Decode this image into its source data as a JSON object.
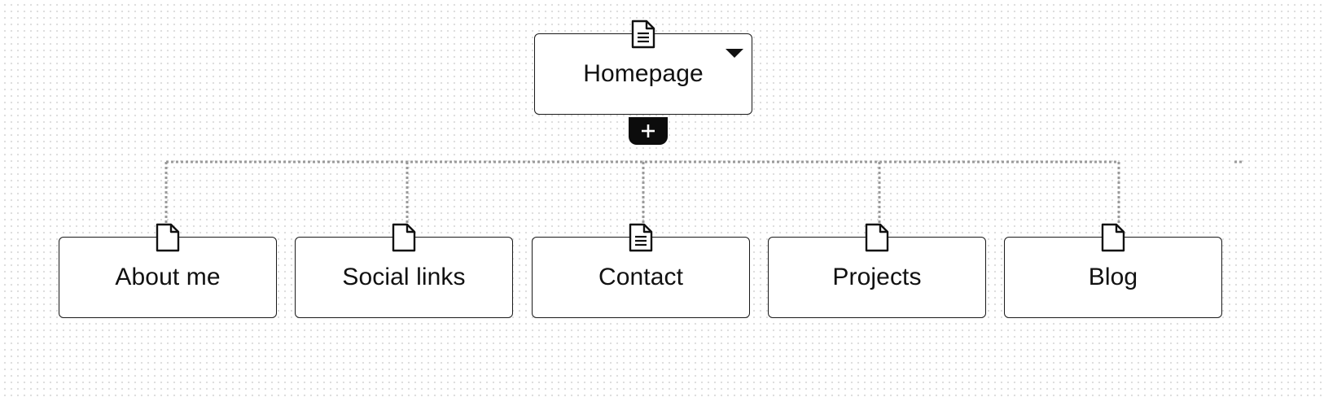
{
  "root": {
    "label": "Homepage",
    "icon": "page-with-text-icon",
    "menu_icon": "dropdown-triangle-icon"
  },
  "add_child_icon": "plus-icon",
  "children": [
    {
      "label": "About me",
      "icon": "blank-page-icon"
    },
    {
      "label": "Social links",
      "icon": "blank-page-icon"
    },
    {
      "label": "Contact",
      "icon": "page-with-text-icon"
    },
    {
      "label": "Projects",
      "icon": "blank-page-icon"
    },
    {
      "label": "Blog",
      "icon": "blank-page-icon"
    }
  ],
  "colors": {
    "border": "#1a1a1a",
    "connector": "#9a9a9a",
    "add_button": "#0c0c0c",
    "grid_dot": "#dedede"
  }
}
